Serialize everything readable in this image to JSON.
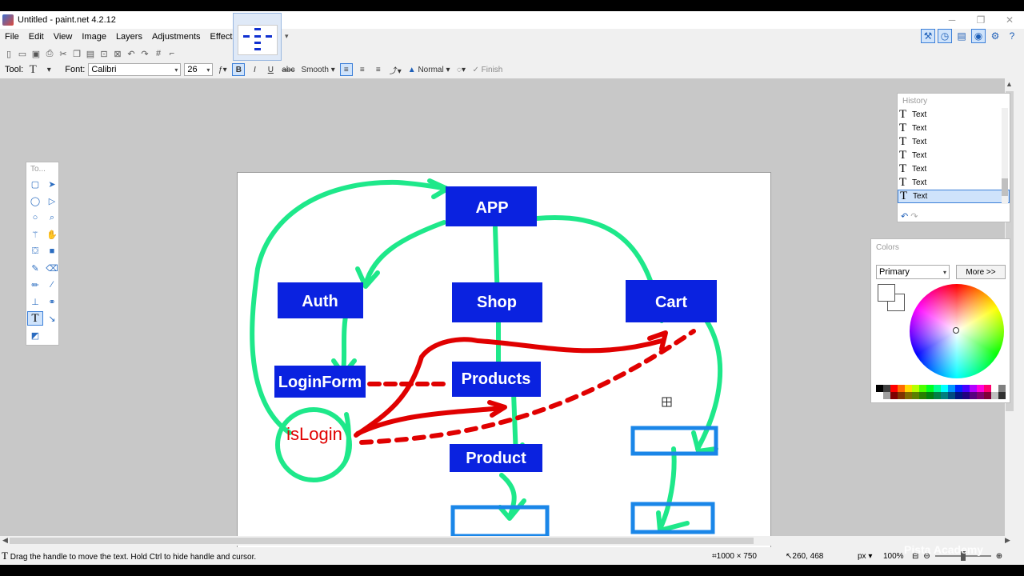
{
  "window": {
    "title": "Untitled - paint.net 4.2.12"
  },
  "window_controls": {
    "minimize": "─",
    "maximize": "❐",
    "close": "✕"
  },
  "menu": [
    "File",
    "Edit",
    "View",
    "Image",
    "Layers",
    "Adjustments",
    "Effects"
  ],
  "toolbar": {
    "tool_label": "Tool:",
    "font_label": "Font:",
    "font_value": "Calibri",
    "size_value": "26",
    "bold": "B",
    "italic": "I",
    "underline": "U",
    "strike": "abc",
    "antialias": "Smooth",
    "blend_mode": "Normal",
    "finish": "Finish"
  },
  "tools_panel": {
    "title": "To..."
  },
  "history_panel": {
    "title": "History",
    "items": [
      "Text",
      "Text",
      "Text",
      "Text",
      "Text",
      "Text",
      "Text"
    ],
    "selected_index": 6
  },
  "colors_panel": {
    "title": "Colors",
    "mode": "Primary",
    "more_button": "More >>",
    "palette": [
      "#000000",
      "#404040",
      "#ff0000",
      "#ff6a00",
      "#ffd800",
      "#b6ff00",
      "#4cff00",
      "#00ff21",
      "#00ff90",
      "#00ffff",
      "#0094ff",
      "#0026ff",
      "#4800ff",
      "#b200ff",
      "#ff00dc",
      "#ff006e",
      "#ffffff",
      "#808080",
      "#ffffff",
      "#a0a0a0",
      "#7f0000",
      "#7f3300",
      "#7f6a00",
      "#5b7f00",
      "#267f00",
      "#007f0e",
      "#007f46",
      "#007f7f",
      "#004a7f",
      "#00137f",
      "#21007f",
      "#57007f",
      "#7f006e",
      "#7f0037",
      "#c0c0c0",
      "#303030"
    ]
  },
  "diagram": {
    "nodes": {
      "app": "APP",
      "auth": "Auth",
      "shop": "Shop",
      "cart": "Cart",
      "loginform": "LoginForm",
      "products": "Products",
      "product": "Product",
      "islogin": "isLogin"
    },
    "colors": {
      "box": "#0a22e0",
      "box_text": "#ffffff",
      "outline_box": "#1a86e8",
      "green": "#1ee88a",
      "red": "#e00000"
    }
  },
  "status": {
    "message": "Drag the handle to move the text. Hold Ctrl to hide handle and cursor.",
    "image_size": "1000 × 750",
    "cursor_pos": "260, 468",
    "unit": "px",
    "zoom": "100%"
  },
  "watermark": "Pista Academy"
}
